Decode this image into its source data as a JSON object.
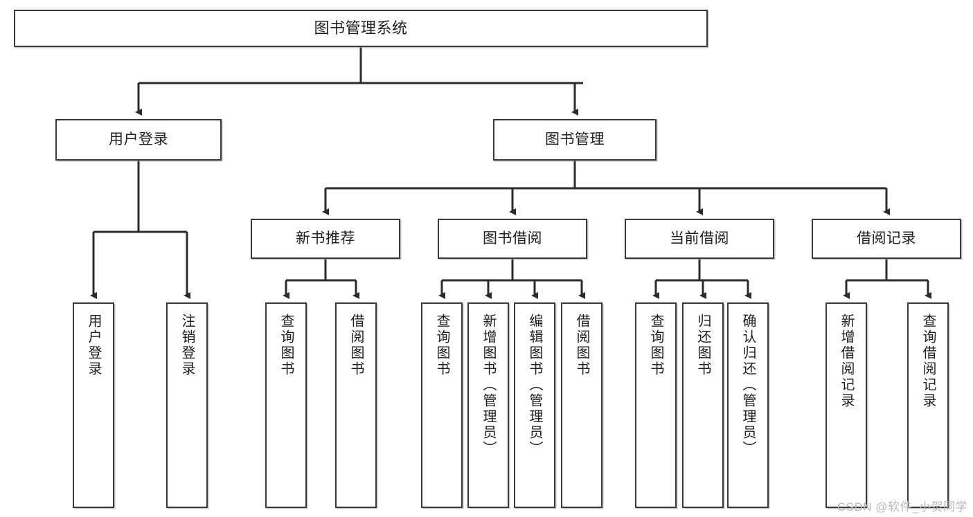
{
  "diagram": {
    "title": "图书管理系统",
    "type": "tree-hierarchy",
    "watermark": "CSDN @软件_小贺同学",
    "colors": {
      "border": "#3a3a3a",
      "background": "#ffffff",
      "text": "#202020",
      "connector": "#2b2b2b",
      "watermark": "#b9b9b9"
    }
  },
  "nodes": {
    "root": {
      "label": "图书管理系统"
    },
    "level2": [
      {
        "label": "用户登录"
      },
      {
        "label": "图书管理"
      }
    ],
    "level3": [
      {
        "label": "新书推荐"
      },
      {
        "label": "图书借阅"
      },
      {
        "label": "当前借阅"
      },
      {
        "label": "借阅记录"
      }
    ],
    "leaves": {
      "user_login": [
        {
          "label": "用户登录"
        },
        {
          "label": "注销登录"
        }
      ],
      "new_book_recommend": [
        {
          "label": "查询图书"
        },
        {
          "label": "借阅图书"
        }
      ],
      "book_borrow": [
        {
          "label": "查询图书"
        },
        {
          "label": "新增图书（管理员）"
        },
        {
          "label": "编辑图书（管理员）"
        },
        {
          "label": "借阅图书"
        }
      ],
      "current_borrow": [
        {
          "label": "查询图书"
        },
        {
          "label": "归还图书"
        },
        {
          "label": "确认归还（管理员）"
        }
      ],
      "borrow_record": [
        {
          "label": "新增借阅记录"
        },
        {
          "label": "查询借阅记录"
        }
      ]
    }
  }
}
